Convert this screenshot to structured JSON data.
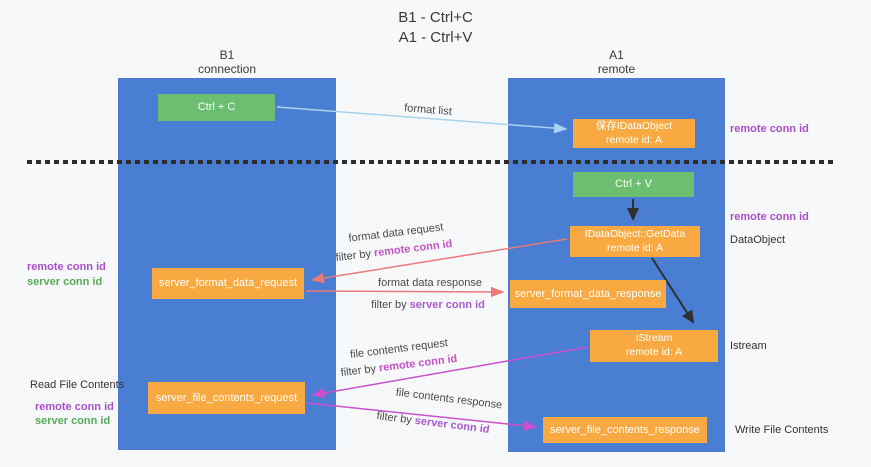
{
  "title": {
    "line1": "B1 - Ctrl+C",
    "line2": "A1 - Ctrl+V"
  },
  "lifelines": {
    "left": {
      "name": "B1",
      "role": "connection"
    },
    "right": {
      "name": "A1",
      "role": "remote"
    }
  },
  "boxes": {
    "ctrl_c": {
      "label": "Ctrl + C"
    },
    "save_idataobject": {
      "line1": "保存IDataObject",
      "line2": "remote id: A"
    },
    "ctrl_v": {
      "label": "Ctrl + V"
    },
    "getdata": {
      "line1": "IDataObject::GetData",
      "line2": "remote id: A"
    },
    "format_request": {
      "label": "server_format_data_request"
    },
    "format_response": {
      "label": "server_format_data_response"
    },
    "istream": {
      "line1": "IStream",
      "line2": "remote id: A"
    },
    "file_request": {
      "label": "server_file_contents_request"
    },
    "file_response": {
      "label": "server_file_contents_response"
    }
  },
  "arrow_labels": {
    "format_list": "format list",
    "format_request": {
      "label": "format data request",
      "filter_prefix": "filter by",
      "filter_key": "remote conn id"
    },
    "format_response": {
      "label": "format data response",
      "filter_prefix": "filter by",
      "filter_key": "server conn id"
    },
    "file_request": {
      "label": "file contents request",
      "filter_prefix": "filter by",
      "filter_key": "remote conn id"
    },
    "file_response": {
      "label": "file contents response",
      "filter_prefix": "filter by",
      "filter_key": "server conn id"
    }
  },
  "side_labels": {
    "right_remote_conn_top": "remote conn id",
    "right_remote_conn_mid": "remote conn id",
    "data_object": "DataObject",
    "istream": "Istream",
    "write_file_contents": "Write File Contents",
    "left_remote_conn_top": "remote conn id",
    "left_server_conn_top": "server conn id",
    "read_file_contents": "Read File Contents",
    "left_remote_conn_bottom": "remote conn id",
    "left_server_conn_bottom": "server conn id"
  },
  "colors": {
    "lifeline_blue": "#4a7ed2",
    "action_green": "#6cbf71",
    "message_orange": "#f8a941",
    "remote_conn_purple": "#a94fc8",
    "server_conn_green": "#57ab55",
    "filter_remote_magenta": "#c653c6",
    "filter_server_violet": "#a85ad0",
    "arrow_format_salmon": "#e87a7a",
    "arrow_file_magenta": "#cc4fd0",
    "arrow_list_lightblue": "#a9d3ee",
    "arrow_black": "#2f2f2f"
  }
}
